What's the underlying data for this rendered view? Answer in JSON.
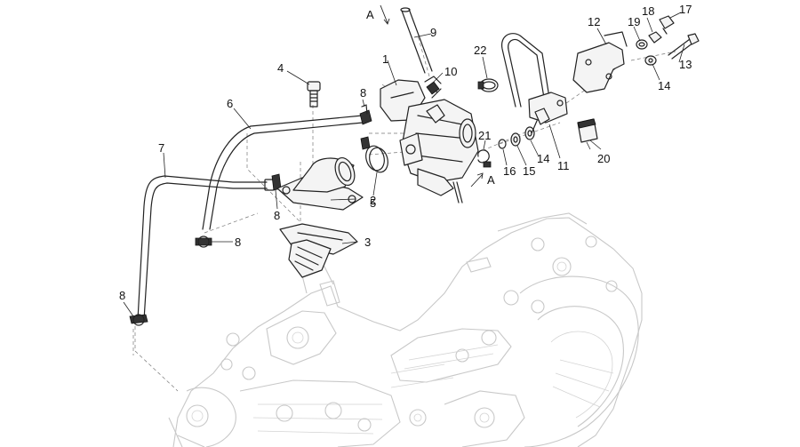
{
  "callouts": [
    {
      "id": "c1",
      "text": "1"
    },
    {
      "id": "c2",
      "text": "2"
    },
    {
      "id": "c3",
      "text": "3"
    },
    {
      "id": "c4",
      "text": "4"
    },
    {
      "id": "c5",
      "text": "5"
    },
    {
      "id": "c6",
      "text": "6"
    },
    {
      "id": "c7",
      "text": "7"
    },
    {
      "id": "c8a",
      "text": "8"
    },
    {
      "id": "c8b",
      "text": "8"
    },
    {
      "id": "c8c",
      "text": "8"
    },
    {
      "id": "c8d",
      "text": "8"
    },
    {
      "id": "c9",
      "text": "9"
    },
    {
      "id": "c10",
      "text": "10"
    },
    {
      "id": "c11",
      "text": "11"
    },
    {
      "id": "c12",
      "text": "12"
    },
    {
      "id": "c13",
      "text": "13"
    },
    {
      "id": "c14a",
      "text": "14"
    },
    {
      "id": "c14b",
      "text": "14"
    },
    {
      "id": "c15",
      "text": "15"
    },
    {
      "id": "c16",
      "text": "16"
    },
    {
      "id": "c17",
      "text": "17"
    },
    {
      "id": "c18",
      "text": "18"
    },
    {
      "id": "c19",
      "text": "19"
    },
    {
      "id": "c20",
      "text": "20"
    },
    {
      "id": "c21",
      "text": "21"
    },
    {
      "id": "c22",
      "text": "22"
    },
    {
      "id": "cA1",
      "text": "A"
    },
    {
      "id": "cA2",
      "text": "A"
    }
  ]
}
